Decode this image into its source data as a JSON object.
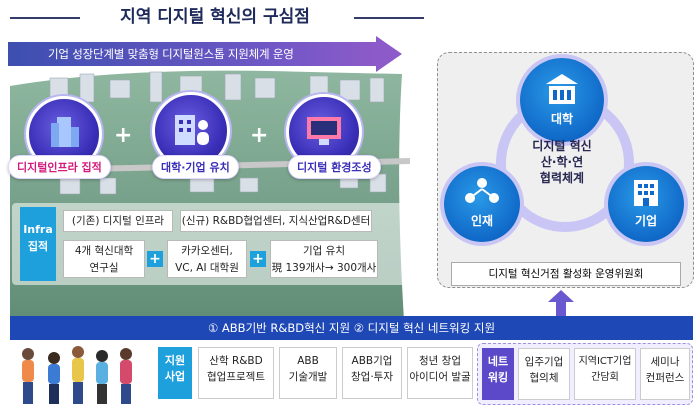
{
  "title": "지역 디지털 혁신의 구심점",
  "banner": "기업 성장단계별 맞춤형  디지털원스톱 지원체계 운영",
  "city_icons": [
    {
      "label": "디지털인프라 집적"
    },
    {
      "label": "대학·기업 유치"
    },
    {
      "label": "디지털 환경조성"
    }
  ],
  "infra": {
    "tag_line1": "Infra",
    "tag_line2": "집적",
    "existing": "(기존) 디지털 인프라",
    "new": "(신규) R&BD협업센터, 지식산업R&D센터",
    "univ_line1": "4개 혁신대학",
    "univ_line2": "연구실",
    "kakao_line1": "카카오센터,",
    "kakao_line2": "VC, AI 대학원",
    "firm_line1": "기업 유치",
    "firm_line2": "現 139개사→ 300개사"
  },
  "cooperation": {
    "univ": "대학",
    "talent": "인재",
    "company": "기업",
    "center_line1": "디지털 혁신",
    "center_line2": "산·학·연",
    "center_line3": "협력체계",
    "committee": "디지털 혁신거점 활성화 운영위원회"
  },
  "support_bar": "① ABB기반 R&BD혁신 지원   ② 디지털 혁신 네트워킹 지원",
  "support_programs": {
    "tag_line1": "지원",
    "tag_line2": "사업",
    "items": [
      {
        "line1": "산학 R&BD",
        "line2": "협업프로젝트"
      },
      {
        "line1": "ABB",
        "line2": "기술개발"
      },
      {
        "line1": "ABB기업",
        "line2": "창업·투자"
      },
      {
        "line1": "청년 창업",
        "line2": "아이디어 발굴"
      }
    ]
  },
  "networking": {
    "tag_line1": "네트",
    "tag_line2": "워킹",
    "items": [
      {
        "line1": "입주기업",
        "line2": "협의체"
      },
      {
        "line1": "지역ICT기업",
        "line2": "간담회"
      },
      {
        "line1": "세미나",
        "line2": "컨퍼런스"
      }
    ]
  },
  "colors": {
    "navy": "#1e48b6",
    "cyan": "#1ea0dc",
    "purple": "#5b49c9",
    "blue": "#1069c8"
  }
}
